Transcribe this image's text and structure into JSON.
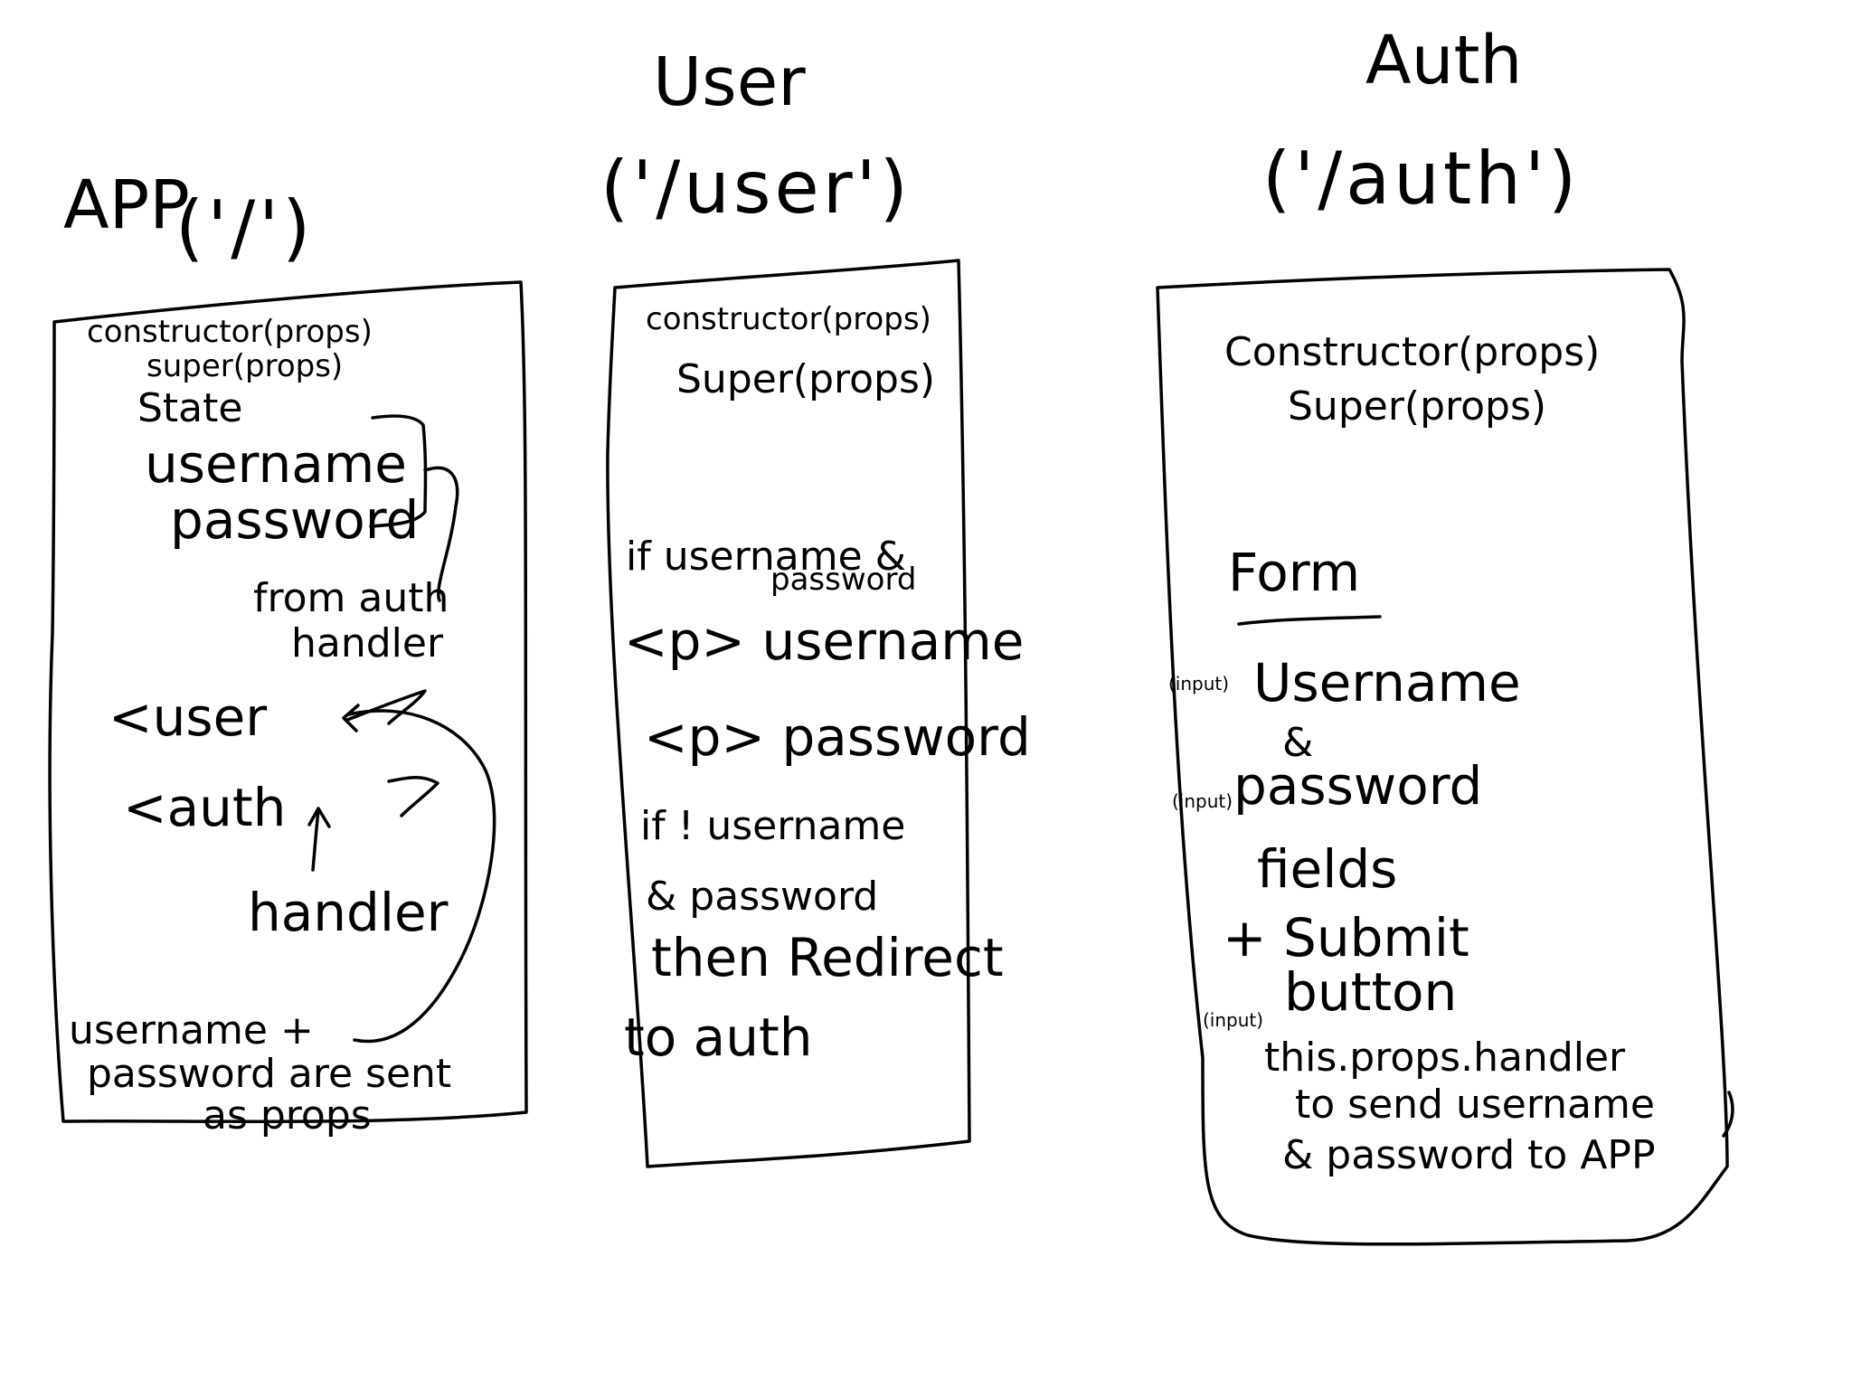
{
  "app": {
    "title": "APP",
    "route": "('/')",
    "constructor": "constructor(props)",
    "super": "super(props)",
    "state": "State",
    "username": "username",
    "password": "password",
    "from_auth_1": "from auth",
    "from_auth_2": "handler",
    "user_tag": "<user",
    "auth_tag": "<auth",
    "handler": "handler",
    "note_1": "username +",
    "note_2": "password are sent",
    "note_3": "as props"
  },
  "user": {
    "title": "User",
    "route": "('/user')",
    "constructor": "constructor(props)",
    "super": "Super(props)",
    "if_1": "if username &",
    "if_2": "password",
    "p_username": "<p> username",
    "p_password": "<p> password",
    "if_not_1": "if ! username",
    "if_not_2": "& password",
    "redirect_1": "then Redirect",
    "redirect_2": "to auth"
  },
  "auth": {
    "title": "Auth",
    "route": "('/auth')",
    "constructor": "Constructor(props)",
    "super": "Super(props)",
    "form": "Form",
    "input_1": "(input)",
    "username": "Username",
    "amp": "&",
    "input_2": "(input)",
    "password": "password",
    "fields": "fields",
    "submit": "+ Submit",
    "input_3": "(input)",
    "button": "button",
    "note_1": "this.props.handler",
    "note_2": "to send username",
    "note_3": "& password to APP"
  },
  "colors": {
    "ink": "#000000",
    "paper": "#ffffff"
  }
}
